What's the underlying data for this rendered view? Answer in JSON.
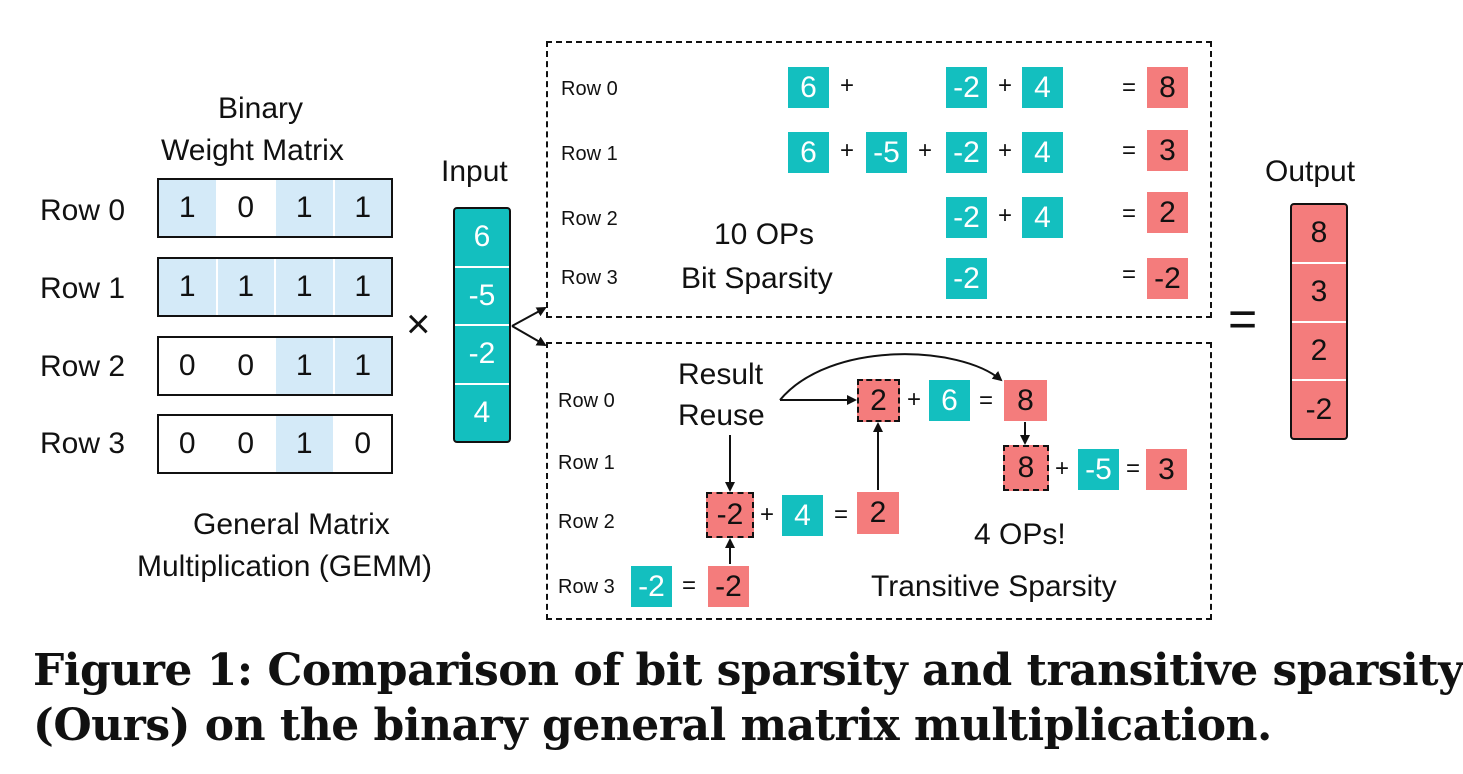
{
  "gemm": {
    "title_line1": "Binary",
    "title_line2": "Weight Matrix",
    "row_labels": [
      "Row 0",
      "Row 1",
      "Row 2",
      "Row 3"
    ],
    "rows": [
      [
        "1",
        "0",
        "1",
        "1"
      ],
      [
        "1",
        "1",
        "1",
        "1"
      ],
      [
        "0",
        "0",
        "1",
        "1"
      ],
      [
        "0",
        "0",
        "1",
        "0"
      ]
    ],
    "caption_line1": "General Matrix",
    "caption_line2": "Multiplication (GEMM)",
    "times_symbol": "×"
  },
  "input": {
    "label": "Input",
    "values": [
      "6",
      "-5",
      "-2",
      "4"
    ]
  },
  "output": {
    "label": "Output",
    "values": [
      "8",
      "3",
      "2",
      "-2"
    ],
    "equals_symbol": "="
  },
  "bit_panel": {
    "row_labels": [
      "Row 0",
      "Row 1",
      "Row 2",
      "Row 3"
    ],
    "row0": {
      "a": "6",
      "plus1": "+",
      "b": "-2",
      "plus2": "+",
      "c": "4",
      "eq": "=",
      "r": "8"
    },
    "row1": {
      "a": "6",
      "plus1": "+",
      "b": "-5",
      "plus2": "+",
      "c": "-2",
      "plus3": "+",
      "d": "4",
      "eq": "=",
      "r": "3"
    },
    "row2": {
      "a": "-2",
      "plus1": "+",
      "b": "4",
      "eq": "=",
      "r": "2"
    },
    "row3": {
      "a": "-2",
      "eq": "=",
      "r": "-2"
    },
    "ops": "10 OPs",
    "name": "Bit Sparsity"
  },
  "trans_panel": {
    "row_labels": [
      "Row 0",
      "Row 1",
      "Row 2",
      "Row 3"
    ],
    "reuse_line1": "Result",
    "reuse_line2": "Reuse",
    "row0": {
      "a": "2",
      "plus": "+",
      "b": "6",
      "eq": "=",
      "r": "8"
    },
    "row1": {
      "a": "8",
      "plus": "+",
      "b": "-5",
      "eq": "=",
      "r": "3"
    },
    "row2": {
      "a": "-2",
      "plus": "+",
      "b": "4",
      "eq": "=",
      "r": "2"
    },
    "row3": {
      "a": "-2",
      "eq": "=",
      "r": "-2"
    },
    "ops": "4 OPs!",
    "name": "Transitive Sparsity"
  },
  "figure_caption": {
    "line1": "Figure 1: Comparison of bit sparsity and transitive sparsity",
    "line2": "(Ours) on the binary general matrix multiplication."
  },
  "colors": {
    "teal": "#13bfbf",
    "pink": "#f47c7c",
    "light_blue": "#d4eaf8"
  }
}
